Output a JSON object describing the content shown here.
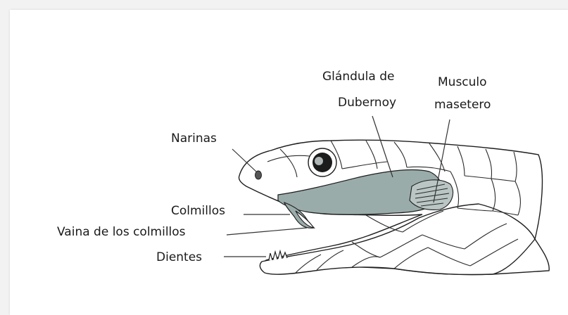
{
  "diagram": {
    "labels": {
      "glandula_1": "Glándula de",
      "glandula_2": "Dubernoy",
      "musculo_1": "Musculo",
      "musculo_2": "masetero",
      "narinas": "Narinas",
      "colmillos": "Colmillos",
      "vaina": "Vaina de los colmillos",
      "dientes": "Dientes"
    },
    "colors": {
      "gland_fill": "#9aacaa",
      "muscle_fill": "#b9c6c4",
      "outline": "#1e1e1e",
      "background": "#ffffff"
    }
  }
}
